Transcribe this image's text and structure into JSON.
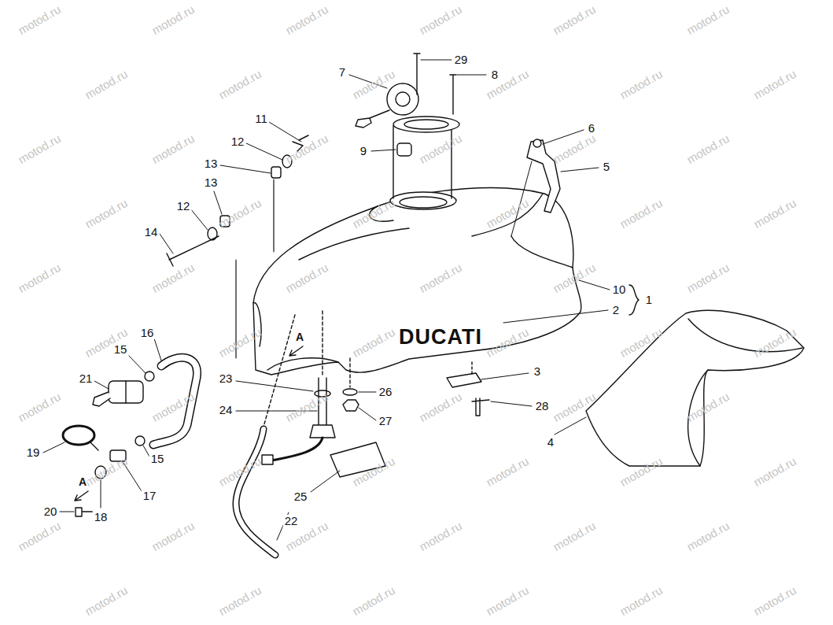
{
  "diagram": {
    "labels": [
      "29",
      "7",
      "8",
      "9",
      "6",
      "5",
      "11",
      "12",
      "13",
      "13",
      "12",
      "14",
      "10",
      "2",
      "1",
      "16",
      "15",
      "21",
      "23",
      "24",
      "26",
      "27",
      "3",
      "28",
      "4",
      "19",
      "15",
      "17",
      "18",
      "20",
      "22",
      "25",
      "DUCATI",
      "A",
      "A",
      "motod.ru",
      "motod.ru",
      "motod.ru",
      "motod.ru",
      "motod.ru",
      "motod.ru",
      "motod.ru",
      "motod.ru",
      "motod.ru",
      "motod.ru",
      "motod.ru",
      "motod.ru",
      "motod.ru",
      "motod.ru",
      "motod.ru",
      "motod.ru",
      "motod.ru",
      "motod.ru",
      "motod.ru",
      "motod.ru",
      "motod.ru",
      "motod.ru",
      "motod.ru",
      "motod.ru",
      "motod.ru",
      "motod.ru",
      "motod.ru",
      "motod.ru",
      "motod.ru",
      "motod.ru",
      "motod.ru",
      "motod.ru",
      "motod.ru",
      "motod.ru",
      "motod.ru",
      "motod.ru",
      "motod.ru",
      "motod.ru",
      "motod.ru",
      "motod.ru",
      "motod.ru",
      "motod.ru",
      "motod.ru",
      "motod.ru",
      "motod.ru",
      "motod.ru",
      "motod.ru",
      "motod.ru",
      "motod.ru",
      "motod.ru",
      "motod.ru",
      "motod.ru",
      "motod.ru",
      "motod.ru",
      "motod.ru",
      "motod.ru",
      "motod.ru",
      "motod.ru",
      "motod.ru",
      "motod.ru"
    ]
  }
}
